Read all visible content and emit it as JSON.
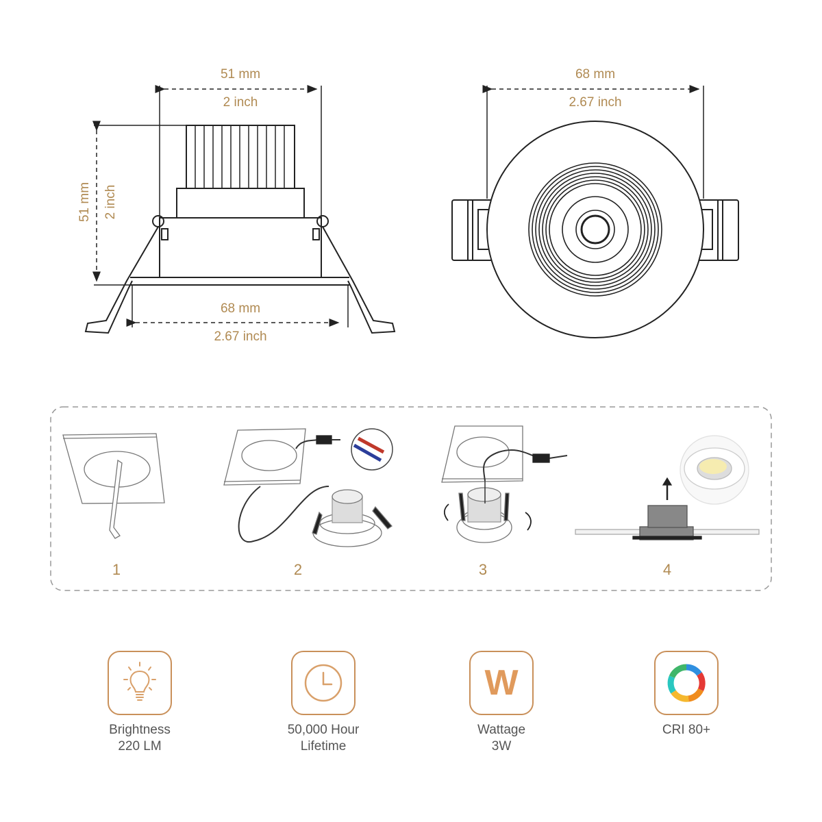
{
  "side_view": {
    "width_mm": "51 mm",
    "width_inch": "2 inch",
    "height_mm": "51 mm",
    "height_inch": "2 inch",
    "base_mm": "68 mm",
    "base_inch": "2.67 inch"
  },
  "top_view": {
    "diameter_mm": "68 mm",
    "diameter_inch": "2.67 inch"
  },
  "installation_steps": [
    {
      "number": "1",
      "icon": "saw-cut-ceiling-icon"
    },
    {
      "number": "2",
      "icon": "wire-connection-icon"
    },
    {
      "number": "3",
      "icon": "fold-springs-icon"
    },
    {
      "number": "4",
      "icon": "push-into-ceiling-icon"
    }
  ],
  "features": [
    {
      "line1": "Brightness",
      "line2": "220 LM",
      "icon": "light-bulb-icon"
    },
    {
      "line1": "50,000 Hour",
      "line2": "Lifetime",
      "icon": "clock-icon"
    },
    {
      "line1": "Wattage",
      "line2": "3W",
      "icon": "wattage-w-icon",
      "glyph": "W"
    },
    {
      "line1": "CRI 80+",
      "line2": "",
      "icon": "color-ring-icon"
    }
  ],
  "colors": {
    "accent": "#c9905a",
    "dimension_text": "#b08a52",
    "line": "#333333",
    "label_text": "#555555"
  }
}
